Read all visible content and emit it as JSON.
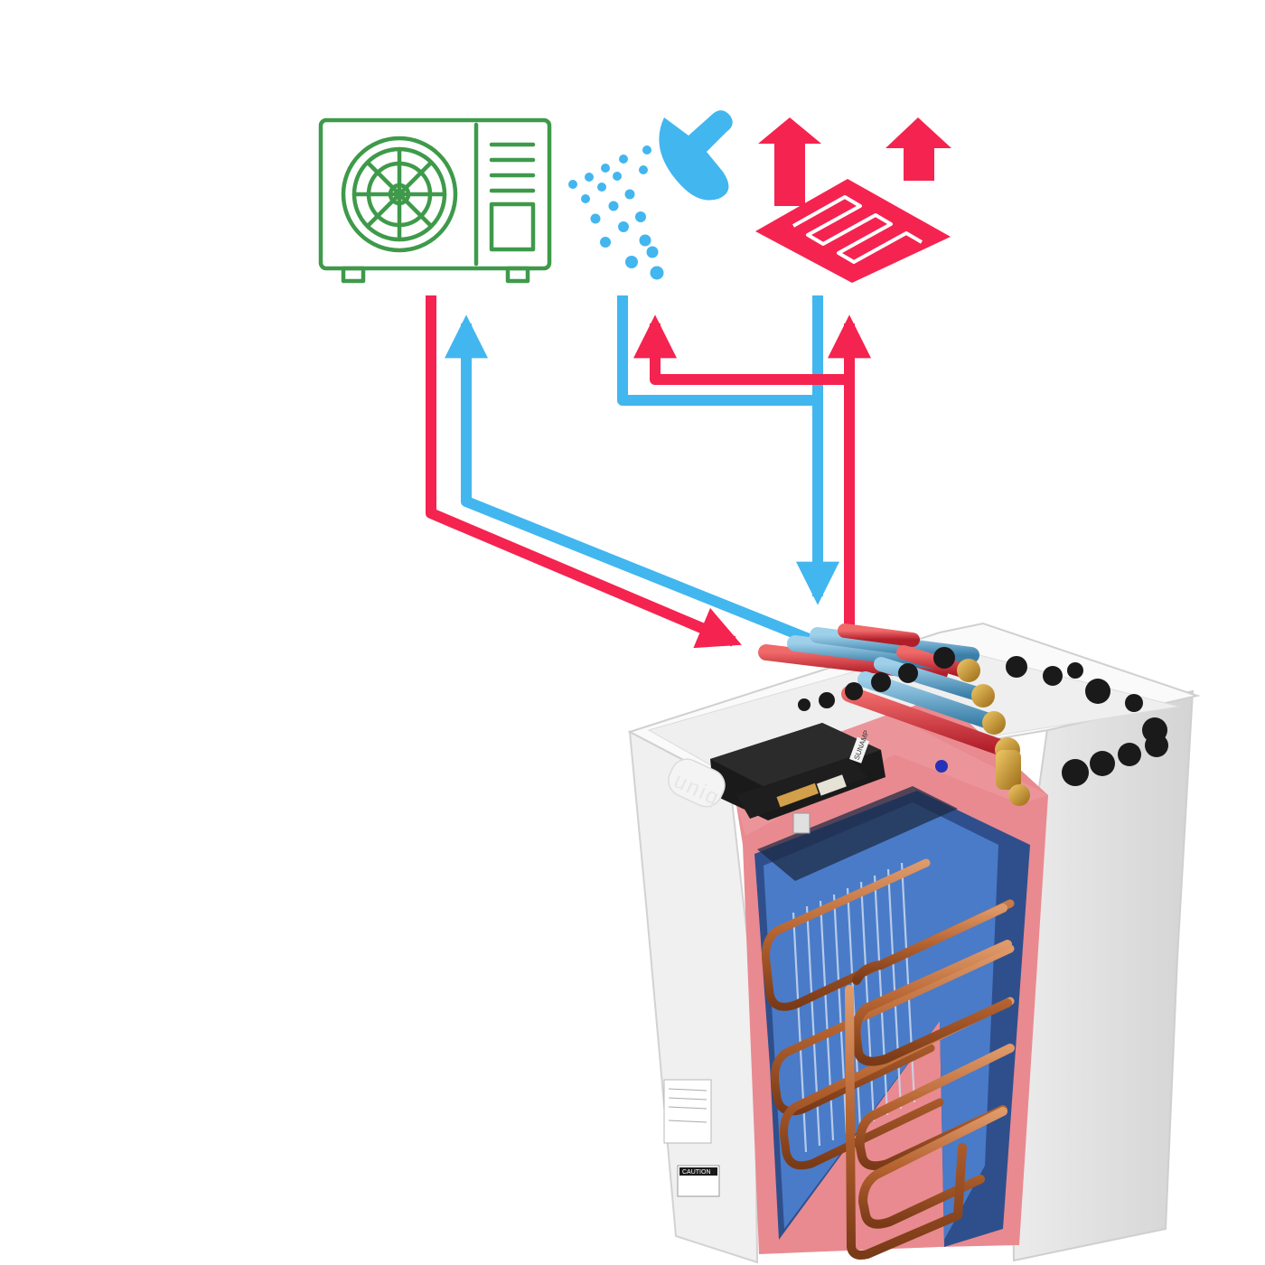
{
  "diagram": {
    "nodes": [
      {
        "id": "heat-pump",
        "icon": "heat-pump-outdoor-unit-icon"
      },
      {
        "id": "hot-water",
        "icon": "shower-icon"
      },
      {
        "id": "space-heating",
        "icon": "underfloor-heating-icon"
      },
      {
        "id": "thermal-store",
        "icon": "heat-battery-cutaway"
      }
    ],
    "links": [
      {
        "from": "thermal-store",
        "to": "heat-pump",
        "kind": "cold"
      },
      {
        "from": "heat-pump",
        "to": "thermal-store",
        "kind": "hot"
      },
      {
        "from": "hot-water",
        "to": "thermal-store",
        "kind": "cold"
      },
      {
        "from": "thermal-store",
        "to": "hot-water",
        "kind": "hot"
      },
      {
        "from": "space-heating",
        "to": "thermal-store",
        "kind": "cold"
      },
      {
        "from": "thermal-store",
        "to": "space-heating",
        "kind": "hot"
      }
    ]
  },
  "unit": {
    "brand_logo": "uniq",
    "control_board_label": "SUNAMP",
    "warning_label": "CAUTION"
  },
  "colors": {
    "heat_pump_green": "#3e9a4a",
    "cold_blue": "#42b6ef",
    "hot_red": "#f5234f",
    "copper": "#b4622f",
    "tank_blue": "#4a7bc8",
    "insulation_pink": "#e87f86"
  }
}
